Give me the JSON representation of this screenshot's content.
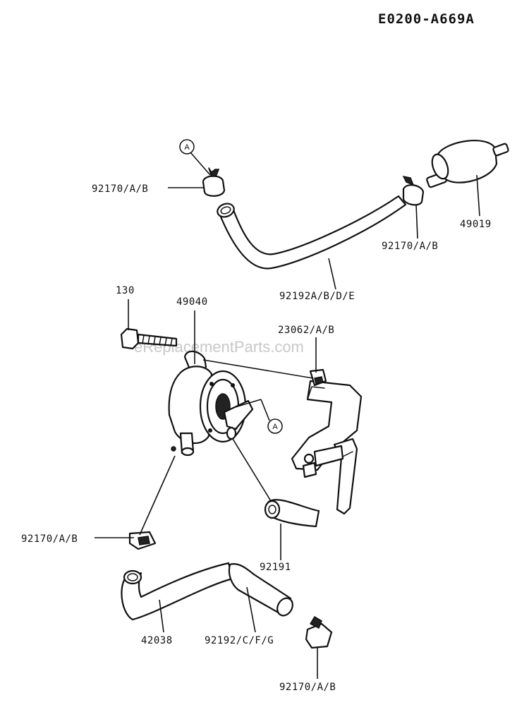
{
  "diagram_code": "E0200-A669A",
  "watermark": "eReplacementParts.com",
  "callout_letter": "A",
  "labels": {
    "clamp_top_left": "92170/A/B",
    "clamp_top_right": "92170/A/B",
    "fuel_filter": "49019",
    "hose_top": "92192A/B/D/E",
    "bolt": "130",
    "fuel_pump": "49040",
    "bracket": "23062/A/B",
    "clamp_mid_left": "92170/A/B",
    "hose_short": "92191",
    "hose_bottom_pipe": "42038",
    "hose_bottom": "92192/C/F/G",
    "clamp_bottom": "92170/A/B"
  }
}
